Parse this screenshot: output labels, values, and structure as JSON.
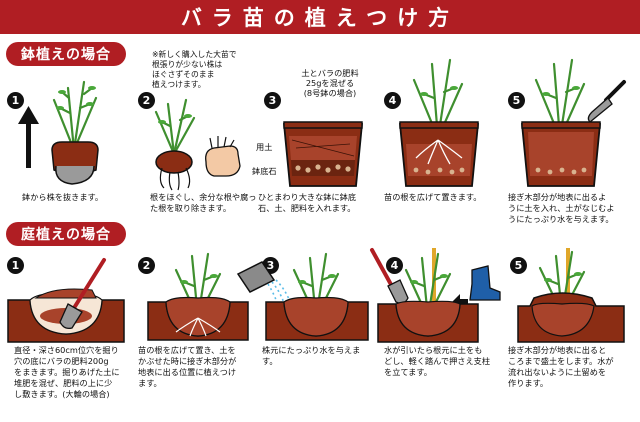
{
  "title": "バラ苗の植えつけ方",
  "pot": {
    "label": "鉢植えの場合",
    "note": "※新しく購入した大苗で\n根張りが少ない株は\nほぐさずそのまま\n植えつけます。",
    "soil_note": "土とバラの肥料\n25gを混ぜる\n(8号鉢の場合)",
    "soil_label": "用土",
    "stone_label": "鉢底石",
    "steps": [
      {
        "num": "1",
        "caption": "鉢から株を抜きます。"
      },
      {
        "num": "2",
        "caption": "根をほぐし、余分な根や腐っ\nた根を取り除きます。"
      },
      {
        "num": "3",
        "caption": "ひとまわり大きな鉢に鉢底\n石、土、肥料を入れます。"
      },
      {
        "num": "4",
        "caption": "苗の根を広げて置きます。"
      },
      {
        "num": "5",
        "caption": "接ぎ木部分が地表に出るよ\nうに土を入れ、土がなじむよ\nうにたっぷり水を与えます。"
      }
    ]
  },
  "garden": {
    "label": "庭植えの場合",
    "steps": [
      {
        "num": "1",
        "caption": "直径・深さ60cm位穴を掘り\n穴の底にバラの肥料200g\nをまきます。掘りあげた土に\n堆肥を混ぜ、肥料の上に少\nし敷きます。(大輪の場合)"
      },
      {
        "num": "2",
        "caption": "苗の根を広げて置き、土を\nかぶせた時に接ぎ木部分が\n地表に出る位置に植えつけ\nます。"
      },
      {
        "num": "3",
        "caption": "株元にたっぷり水を与えま\nす。"
      },
      {
        "num": "4",
        "caption": "水が引いたら根元に土をも\nどし、軽く踏んで押さえ支柱\nを立てます。"
      },
      {
        "num": "5",
        "caption": "接ぎ木部分が地表に出ると\nころまで盛土をします。水が\n流れ出ないように土留めを\n作ります。"
      }
    ]
  },
  "colors": {
    "brand_red": "#b01e23",
    "pot_brown": "#8b2d14",
    "soil_brown": "#a8432b",
    "leaf_green": "#4aa83a",
    "stem_green": "#3f8f2f",
    "water_blue": "#5bbde8",
    "boot_blue": "#1f5fa8",
    "stake_yellow": "#e0a72a"
  }
}
